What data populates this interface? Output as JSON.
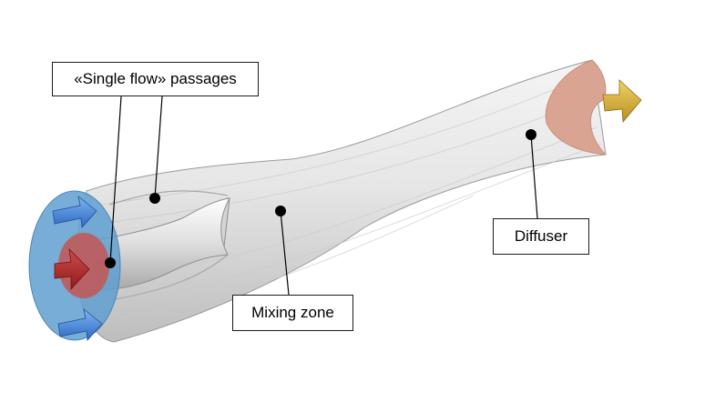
{
  "labels": {
    "single_flow_passages": "«Single flow» passages",
    "mixing_zone": "Mixing zone",
    "diffuser": "Diffuser"
  },
  "colors": {
    "body_surface": "#e4e4e4",
    "body_shadow": "#b8b8b8",
    "inlet_secondary": "#5f9fcf",
    "inlet_primary": "#c05a5a",
    "outlet": "#d9a592",
    "arrow_secondary": "#3f7fd6",
    "arrow_primary": "#b02828",
    "arrow_outlet": "#d8b43a",
    "leader": "#000000"
  },
  "icons": {
    "secondary_inflow_arrow": "arrow-right",
    "primary_inflow_arrow": "arrow-right",
    "outflow_arrow": "arrow-right"
  }
}
